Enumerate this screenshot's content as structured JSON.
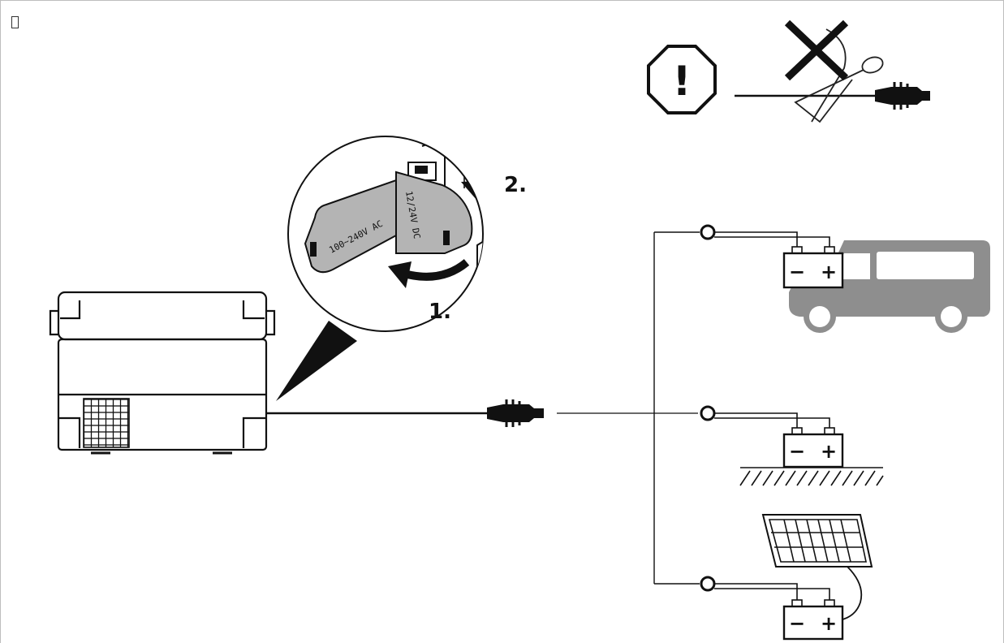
{
  "corner_glyph": "",
  "steps": {
    "step1": "1.",
    "step2": "2."
  },
  "socket_labels": {
    "ac": "100~240V AC",
    "dc": "12/24V DC"
  },
  "warning": {
    "symbol": "!"
  },
  "battery": {
    "minus": "−",
    "plus": "+"
  },
  "colors": {
    "ink": "#111111",
    "van": "#8e8e8e",
    "panel_gray": "#b4b4b4",
    "frame": "#bdbdbd"
  },
  "icons": {
    "warning": "warning-octagon-icon",
    "no_cut": "no-cutting-cable-icon",
    "plug": "cigarette-lighter-plug-icon",
    "van": "van-icon",
    "battery": "battery-icon",
    "solar": "solar-panel-icon",
    "ground": "ground-hatch-icon"
  }
}
